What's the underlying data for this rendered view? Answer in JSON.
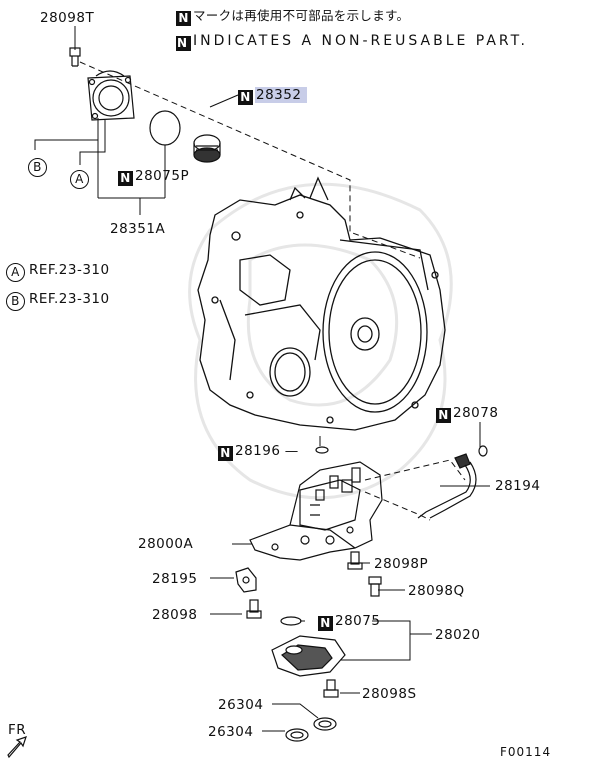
{
  "legend": {
    "marker": "N",
    "japanese": "マークは再使用不可部品を示します。",
    "english": "INDICATES A NON-REUSABLE PART."
  },
  "refs": [
    {
      "letter": "A",
      "text": "REF.23-310"
    },
    {
      "letter": "B",
      "text": "REF.23-310"
    }
  ],
  "callouts": {
    "c28098T": "28098T",
    "c28352": "28352",
    "c28075P": "28075P",
    "c28351A": "28351A",
    "c28078": "28078",
    "c28196": "28196",
    "c28194": "28194",
    "c28000A": "28000A",
    "c28098P": "28098P",
    "c28195": "28195",
    "c28098Q": "28098Q",
    "c28098": "28098",
    "c28075": "28075",
    "c28020": "28020",
    "c28098S": "28098S",
    "c26304a": "26304",
    "c26304b": "26304"
  },
  "circle_labels": {
    "a": "A",
    "b": "B"
  },
  "fr_label": "FR",
  "figure_id": "F00114",
  "highlight_color": "#c8cde8"
}
